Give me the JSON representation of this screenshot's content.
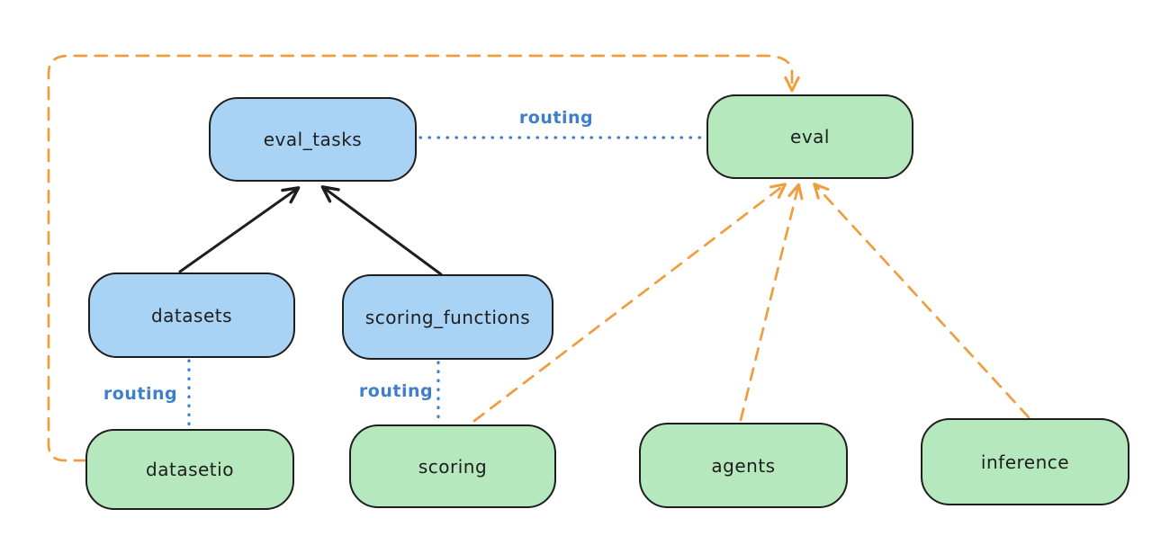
{
  "diagram": {
    "background": "#ffffff",
    "colors": {
      "blue_node_fill": "#a9d3f5",
      "green_node_fill": "#b5e8bd",
      "node_stroke": "#1e1e1e",
      "orange_edge": "#ef9d3e",
      "blue_edge": "#3e7fcb",
      "black_edge": "#1e1e1e"
    },
    "nodes": {
      "eval_tasks": {
        "label": "eval_tasks",
        "color": "blue"
      },
      "eval": {
        "label": "eval",
        "color": "green"
      },
      "datasets": {
        "label": "datasets",
        "color": "blue"
      },
      "scoring_functions": {
        "label": "scoring_functions",
        "color": "blue"
      },
      "datasetio": {
        "label": "datasetio",
        "color": "green"
      },
      "scoring": {
        "label": "scoring",
        "color": "green"
      },
      "agents": {
        "label": "agents",
        "color": "green"
      },
      "inference": {
        "label": "inference",
        "color": "green"
      }
    },
    "edge_labels": {
      "eval_tasks_eval": "routing",
      "datasets_datasetio": "routing",
      "scoring_functions_scoring": "routing"
    },
    "edges": [
      {
        "from": "datasets",
        "to": "eval_tasks",
        "style": "solid-arrow",
        "color": "black"
      },
      {
        "from": "scoring_functions",
        "to": "eval_tasks",
        "style": "solid-arrow",
        "color": "black"
      },
      {
        "from": "eval_tasks",
        "to": "eval",
        "style": "dotted-line",
        "color": "blue",
        "label": "routing"
      },
      {
        "from": "datasets",
        "to": "datasetio",
        "style": "dotted-line",
        "color": "blue",
        "label": "routing"
      },
      {
        "from": "scoring_functions",
        "to": "scoring",
        "style": "dotted-line",
        "color": "blue",
        "label": "routing"
      },
      {
        "from": "datasetio",
        "to": "eval",
        "style": "dashed-arrow",
        "color": "orange"
      },
      {
        "from": "scoring",
        "to": "eval",
        "style": "dashed-arrow",
        "color": "orange"
      },
      {
        "from": "agents",
        "to": "eval",
        "style": "dashed-arrow",
        "color": "orange"
      },
      {
        "from": "inference",
        "to": "eval",
        "style": "dashed-arrow",
        "color": "orange"
      }
    ]
  }
}
